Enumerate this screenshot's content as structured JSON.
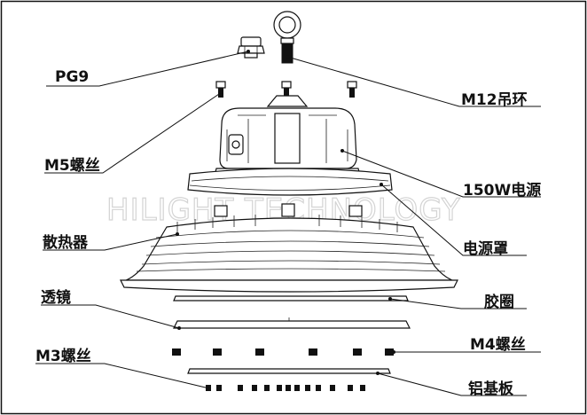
{
  "watermark": "HILIGHT TECHNOLOGY",
  "labels": {
    "pg9": "PG9",
    "m12_eyebolt": "M12吊环",
    "m5_screw": "M5螺丝",
    "driver_150w": "150W电源",
    "driver_cover": "电源罩",
    "heatsink": "散热器",
    "lens": "透镜",
    "gasket": "胶圈",
    "m4_screw": "M4螺丝",
    "m3_screw": "M3螺丝",
    "aluminum_board": "铝基板"
  }
}
